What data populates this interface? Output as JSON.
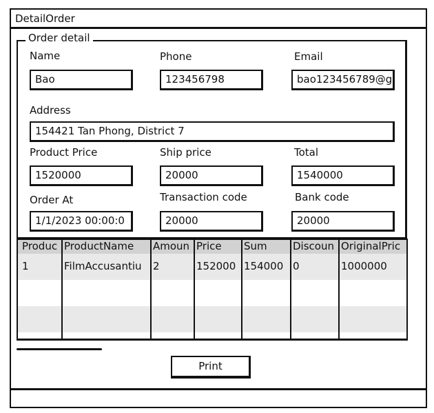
{
  "window": {
    "title": "DetailOrder"
  },
  "group": {
    "legend": "Order detail"
  },
  "fields": {
    "name": {
      "label": "Name",
      "value": "Bao"
    },
    "phone": {
      "label": "Phone",
      "value": "123456798"
    },
    "email": {
      "label": "Email",
      "value": "bao123456789@g"
    },
    "address": {
      "label": "Address",
      "value": "154421 Tan Phong, District 7"
    },
    "product_price": {
      "label": "Product Price",
      "value": "1520000"
    },
    "ship_price": {
      "label": "Ship price",
      "value": "20000"
    },
    "total": {
      "label": "Total",
      "value": "1540000"
    },
    "order_at": {
      "label": "Order At",
      "value": "1/1/2023 00:00:0"
    },
    "transaction_code": {
      "label": "Transaction code",
      "value": "20000"
    },
    "bank_code": {
      "label": "Bank code",
      "value": "20000"
    }
  },
  "grid": {
    "columns": [
      "Produc",
      "ProductName",
      "Amoun",
      "Price",
      "Sum",
      "Discoun",
      "OriginalPric"
    ],
    "rows": [
      [
        "1",
        "FilmAccusantiu",
        "2",
        "152000",
        "154000",
        "0",
        "1000000"
      ]
    ]
  },
  "buttons": {
    "print": "Print"
  }
}
